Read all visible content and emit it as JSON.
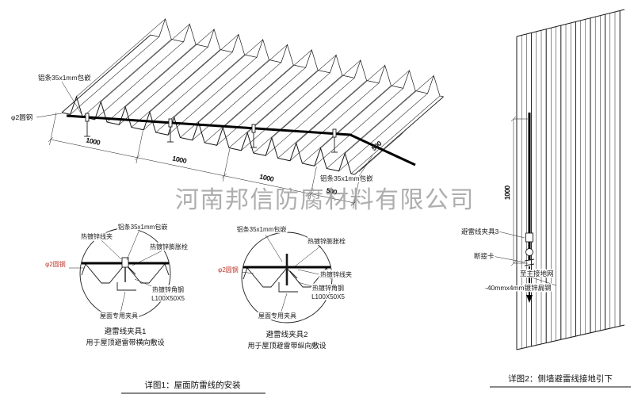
{
  "company_watermark": "河南邦信防腐材料有限公司",
  "roof_view": {
    "label_strip_top": "铝条35x1mm包嵌",
    "label_rod": "φ2圆钢",
    "label_strip_right": "铝条35x1mm包嵌",
    "dims": [
      "1000",
      "1000",
      "1000",
      "500",
      "500"
    ]
  },
  "detail1": {
    "labels": {
      "clip": "热镀锌线夹",
      "strip": "铝条35x1mm包嵌",
      "bolt": "热镀锌膨胀栓",
      "rod": "φ2圆钢",
      "angle": "热镀锌角钢",
      "angle_size": "L100X50X5",
      "fixture": "屋面专用夹具"
    },
    "title": "避雷线夹具1",
    "subtitle": "用于屋顶避雷带横向敷设"
  },
  "detail2": {
    "labels": {
      "strip": "铝条35x1mm包嵌",
      "bolt": "热镀锌膨胀栓",
      "rod": "φ2圆钢",
      "clip": "热镀锌线夹",
      "angle": "热镀锌角钢",
      "angle_size": "L100X50X5",
      "fixture": "屋面专用夹具"
    },
    "title": "避雷线夹具2",
    "subtitle": "用于屋顶避雷带纵向敷设"
  },
  "wall_view": {
    "label_clamp": "避雷线夹具3",
    "label_disconnect": "断接卡",
    "label_to_ground": "至主接地网",
    "label_flat_steel": "-40mmx4mm镀锌扁钢",
    "dim": "1000"
  },
  "captions": {
    "detail1": "详图1：屋面防雷线的安装",
    "detail2": "详图2：侧墙避雷线接地引下"
  }
}
